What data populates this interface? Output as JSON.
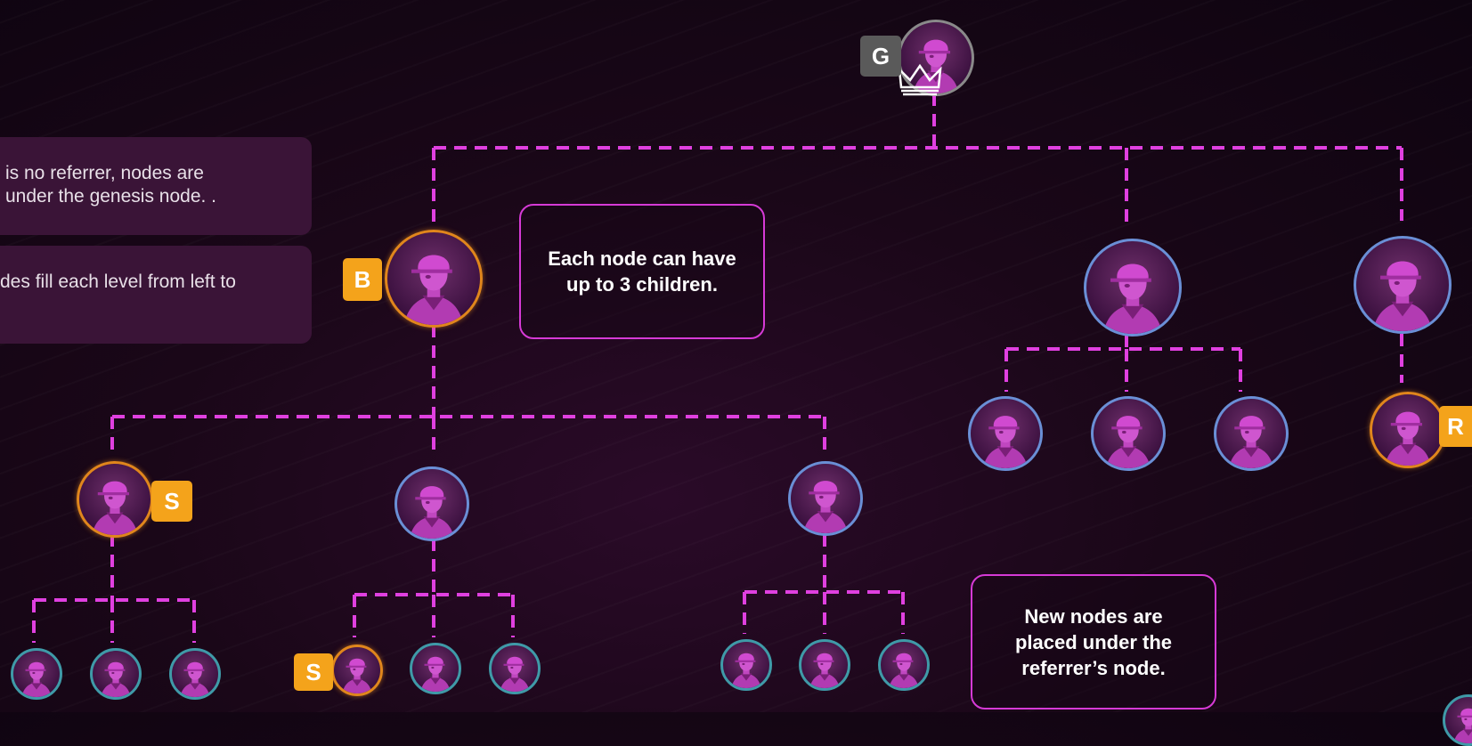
{
  "info_boxes": [
    {
      "text": "is no referrer, nodes are\nunder the genesis node. ."
    },
    {
      "text": "des fill each level from left to"
    }
  ],
  "callouts": [
    {
      "text": "Each node can have up to 3 children."
    },
    {
      "text": "New nodes are placed under the referrer’s node."
    }
  ],
  "badges": {
    "genesis": "G",
    "b": "B",
    "s1": "S",
    "s2": "S",
    "r": "R"
  },
  "colors": {
    "line": "#e040e0",
    "badge_orange": "#f4a31b",
    "badge_gray": "#5a5a5a",
    "ring_blue": "#6a8fd6",
    "ring_orange": "#e0861c",
    "ring_teal": "#3f9aa8"
  },
  "icons": {
    "avatar": "user-cap-avatar-icon",
    "crown": "crown-icon"
  }
}
